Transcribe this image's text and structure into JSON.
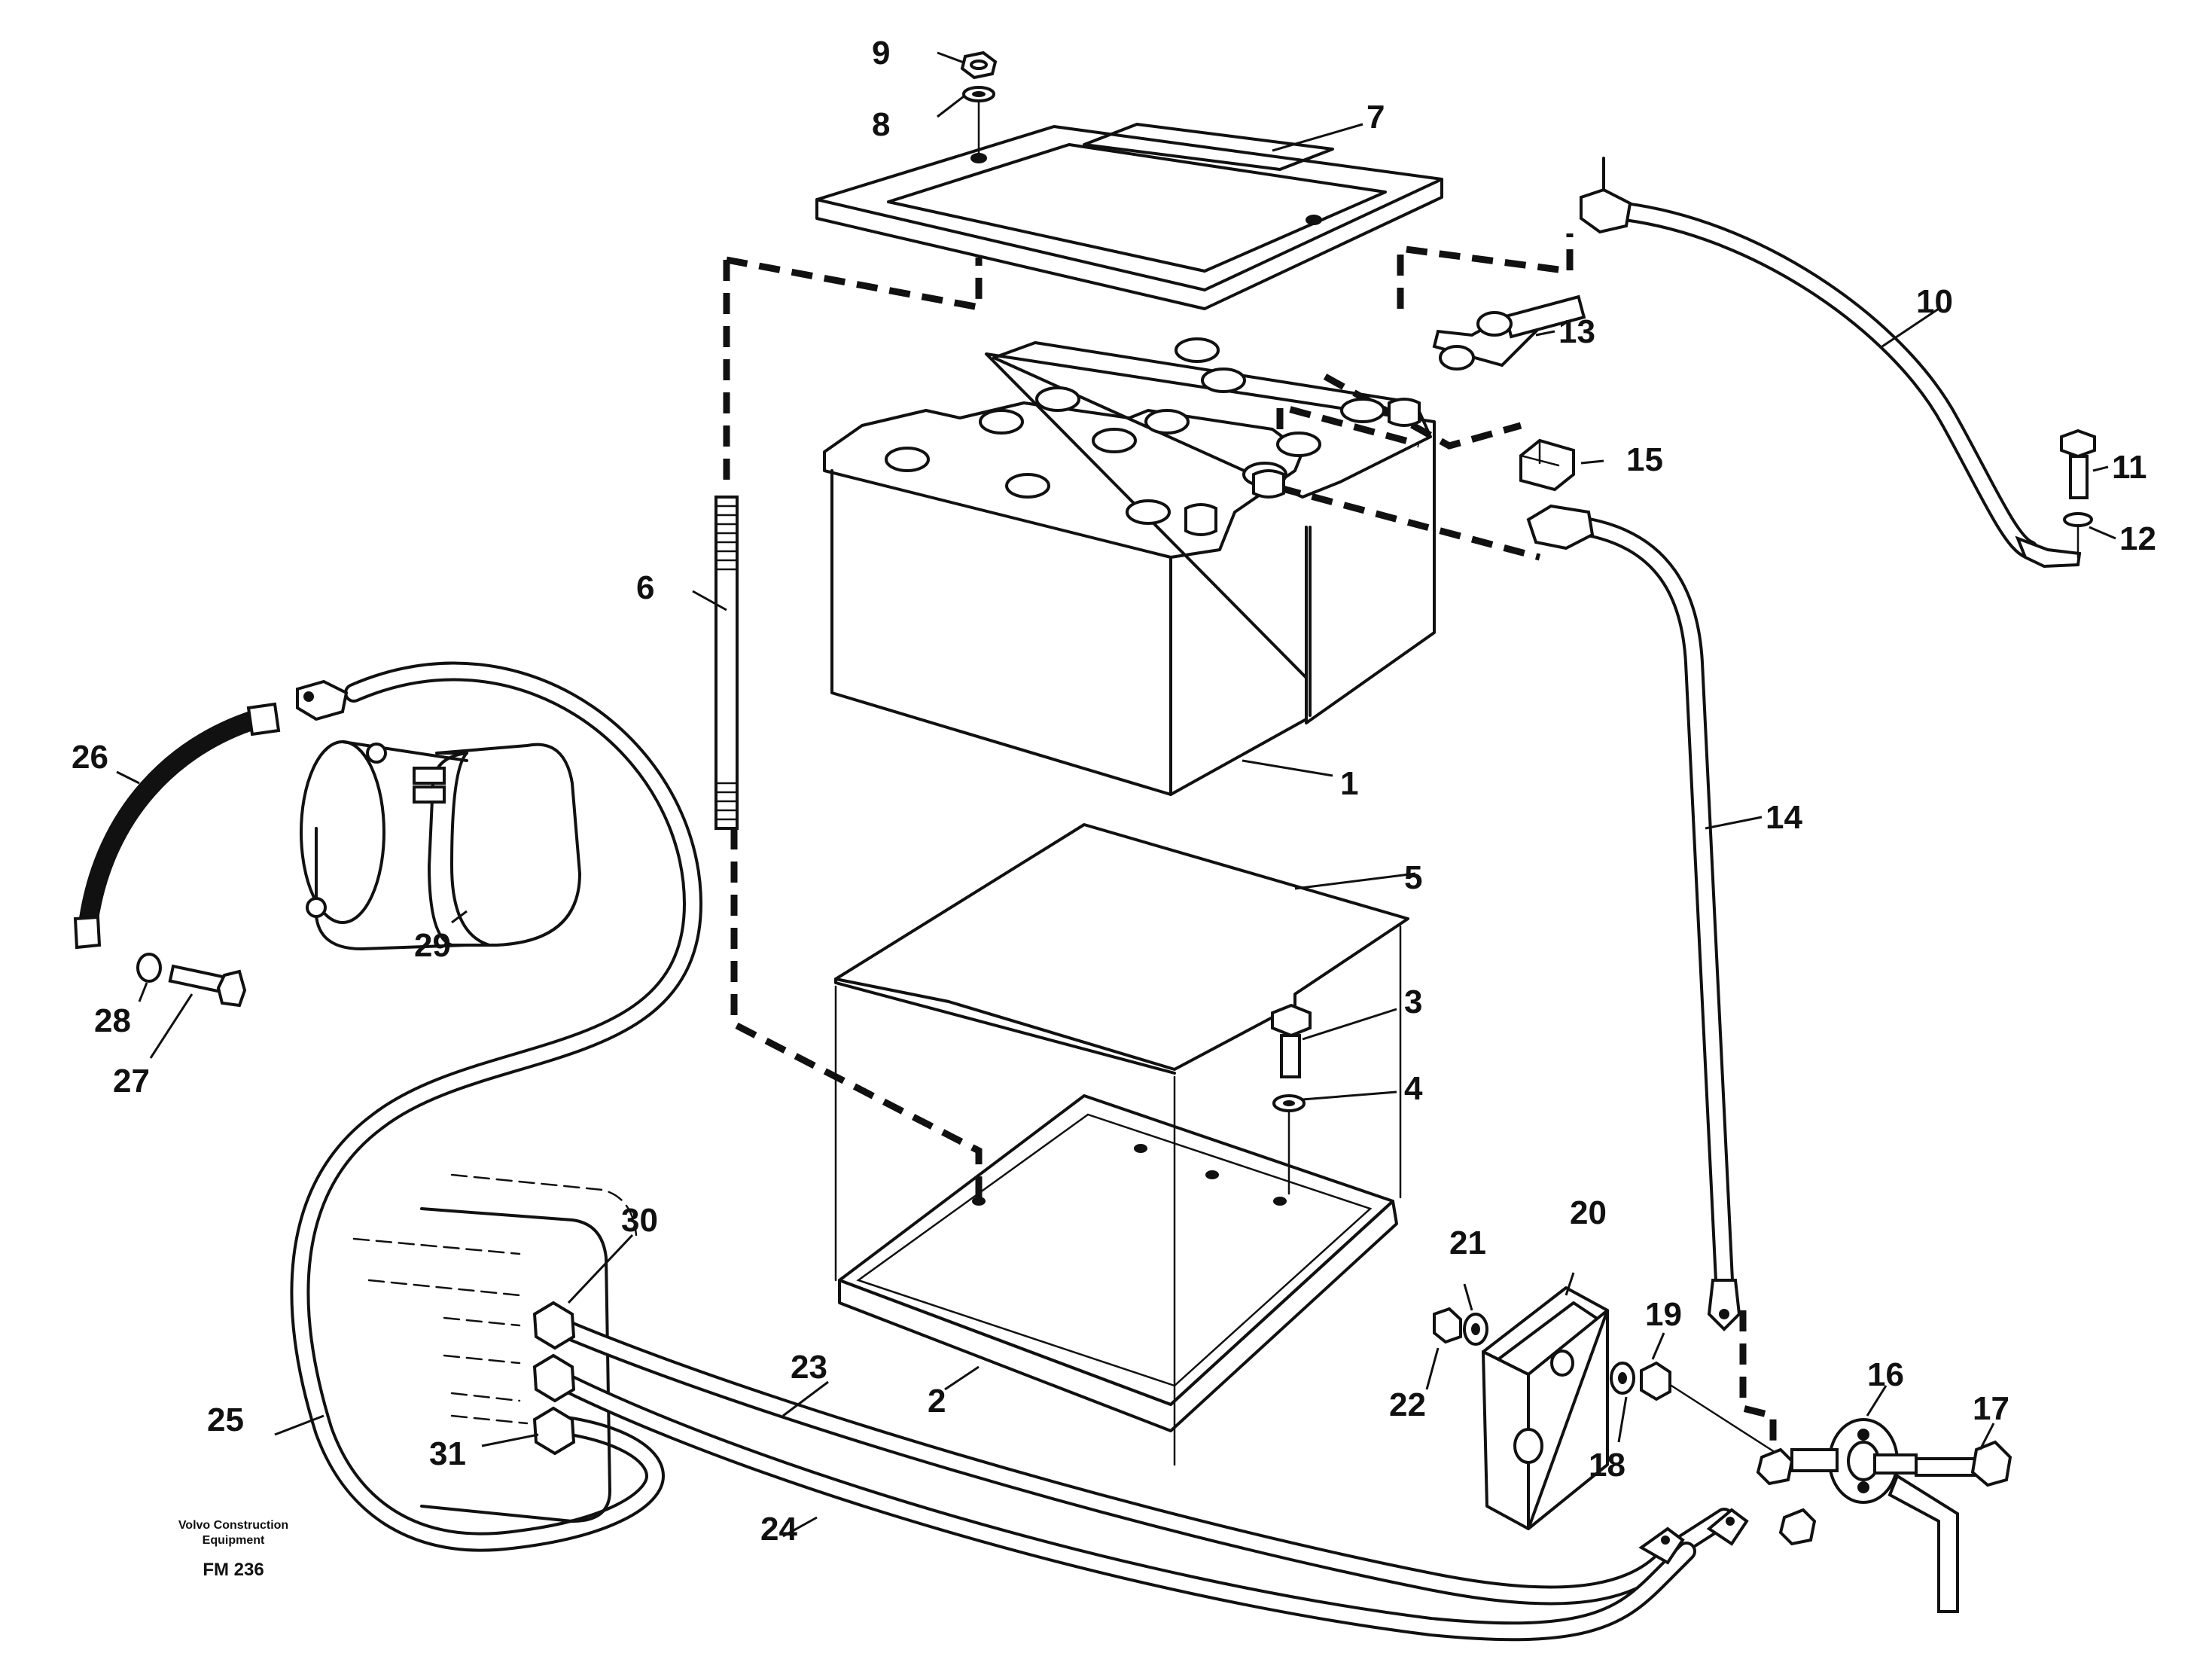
{
  "callouts": [
    "1",
    "2",
    "3",
    "4",
    "5",
    "6",
    "7",
    "8",
    "9",
    "10",
    "11",
    "12",
    "13",
    "14",
    "15",
    "16",
    "17",
    "18",
    "19",
    "20",
    "21",
    "22",
    "23",
    "24",
    "25",
    "26",
    "27",
    "28",
    "29",
    "30",
    "31"
  ],
  "caption": {
    "line1": "Volvo Construction",
    "line2": "Equipment",
    "code": "FM 236"
  }
}
